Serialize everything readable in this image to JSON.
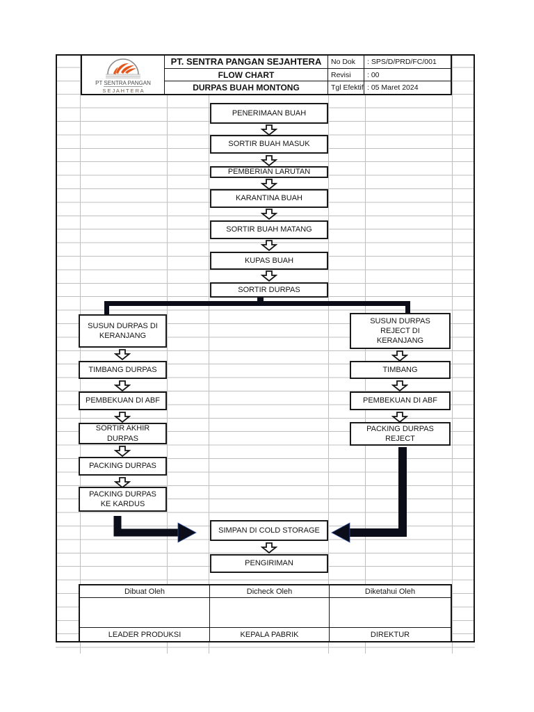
{
  "company": {
    "logo_line1": "PT SENTRA PANGAN",
    "logo_line2": "S E J A H T E R A"
  },
  "header": {
    "title": "PT. SENTRA PANGAN SEJAHTERA",
    "subtitle": "FLOW CHART",
    "doc_title": "DURPAS BUAH MONTONG",
    "meta": [
      {
        "label": "No Dok",
        "value": ": SPS/D/PRD/FC/001"
      },
      {
        "label": "Revisi",
        "value": ": 00"
      },
      {
        "label": "Tgl Efektif",
        "value": ": 05 Maret 2024"
      }
    ]
  },
  "flow": {
    "main": [
      "PENERIMAAN BUAH",
      "SORTIR BUAH MASUK",
      "PEMBERIAN LARUTAN",
      "KARANTINA BUAH",
      "SORTIR BUAH MATANG",
      "KUPAS BUAH",
      "SORTIR DURPAS"
    ],
    "left": [
      "SUSUN DURPAS DI KERANJANG",
      "TIMBANG DURPAS",
      "PEMBEKUAN DI ABF",
      "SORTIR AKHIR DURPAS",
      "PACKING DURPAS",
      "PACKING DURPAS KE KARDUS"
    ],
    "right": [
      "SUSUN DURPAS REJECT DI KERANJANG",
      "TIMBANG",
      "PEMBEKUAN DI ABF",
      "PACKING DURPAS REJECT"
    ],
    "merge": [
      "SIMPAN DI COLD STORAGE",
      "PENGIRIMAN"
    ]
  },
  "signoff": {
    "headers": [
      "Dibuat Oleh",
      "Dicheck Oleh",
      "Diketahui Oleh"
    ],
    "roles": [
      "LEADER PRODUKSI",
      "KEPALA PABRIK",
      "DIREKTUR"
    ]
  },
  "colors": {
    "accent_orange": "#e2571d",
    "grid_line": "#bfbfbf",
    "ink": "#141414",
    "connector": "#0b0e18"
  }
}
